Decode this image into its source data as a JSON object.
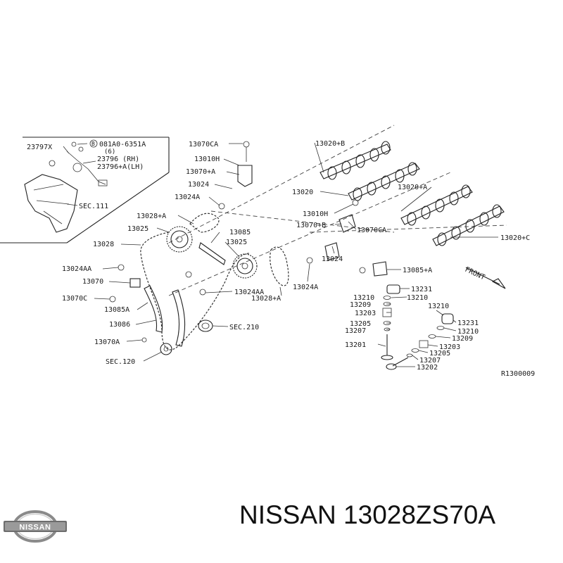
{
  "diagram": {
    "labels": {
      "p23797x": "23797X",
      "p081a0": "081A0-6351A",
      "p081a0_qty": "(6)",
      "p081a0_circle": "B",
      "p23796": "23796  (RH)",
      "p23796a": "23796+A(LH)",
      "sec111": "SEC.111",
      "p13070ca_top": "13070CA",
      "p13010h_top": "13010H",
      "p13070a_top": "13070+A",
      "p13024_top": "13024",
      "p13024a_top": "13024A",
      "p13028a_top": "13028+A",
      "p13025_left": "13025",
      "p13028": "13028",
      "p13085": "13085",
      "p13025_mid": "13025",
      "p13024aa_left": "13024AA",
      "p13070": "13070",
      "p13070c": "13070C",
      "p13085a": "13085A",
      "p13086": "13086",
      "p13070a_low": "13070A",
      "sec120": "SEC.120",
      "sec210": "SEC.210",
      "p13024aa_mid": "13024AA",
      "p13028a_low": "13028+A",
      "p13024a_low": "13024A",
      "p13024_low": "13024",
      "p13020b": "13020+B",
      "p13020": "13020",
      "p13020a": "13020+A",
      "p13010h_right": "13010H",
      "p13070b": "13070+B",
      "p13070ca_right": "13070CA",
      "p13020c": "13020+C",
      "p13085a_right": "13085+A",
      "front": "FRONT",
      "p13231_a": "13231",
      "p13210_a": "13210",
      "p13210_b": "13210",
      "p13209_a": "13209",
      "p13203_a": "13203",
      "p13205_a": "13205",
      "p13207_a": "13207",
      "p13201": "13201",
      "p13210_c": "13210",
      "p13231_b": "13231",
      "p13210_d": "13210",
      "p13209_b": "13209",
      "p13203_b": "13203",
      "p13205_b": "13205",
      "p13207_b": "13207",
      "p13202": "13202",
      "ref": "R1300009"
    }
  },
  "brand": {
    "logo_text": "NISSAN"
  },
  "footer": {
    "title": "NISSAN 13028ZS70A"
  }
}
